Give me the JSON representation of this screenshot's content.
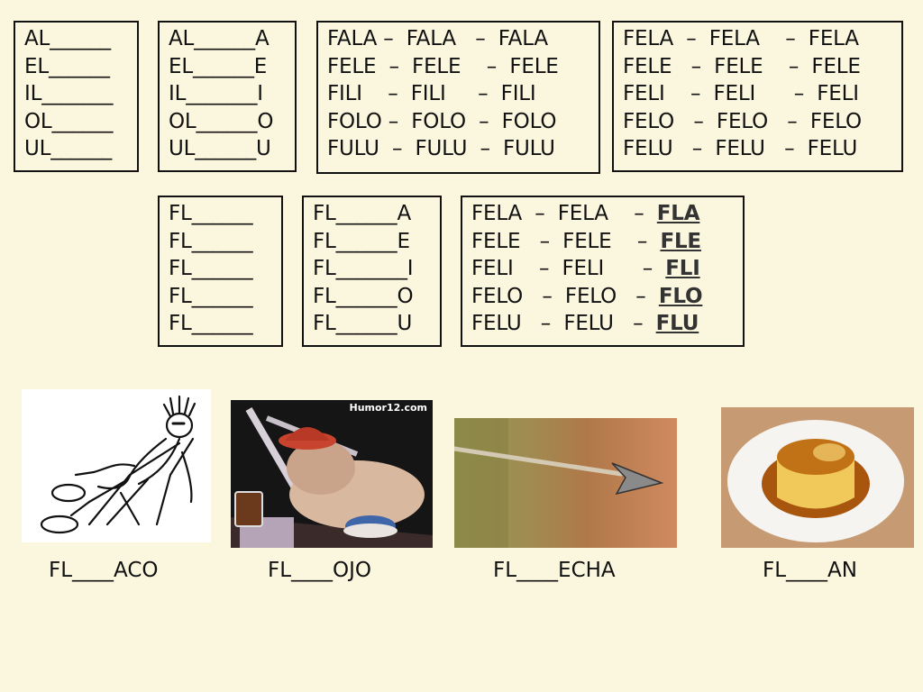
{
  "boxes": {
    "al_blank": [
      "AL______",
      "EL______",
      "IL_______",
      "OL______",
      "UL______"
    ],
    "al_vowel": [
      "AL______A",
      "EL______E",
      "IL_______I",
      "OL______O",
      "UL______U"
    ],
    "fala": [
      "FALA –  FALA   –  FALA",
      "FELE  –  FELE    –  FELE",
      "FILI    –  FILI     –  FILI",
      "FOLO –  FOLO  –  FOLO",
      "FULU  –  FULU  –  FULU"
    ],
    "fela": [
      "FELA  –  FELA    –  FELA",
      "FELE   –  FELE    –  FELE",
      "FELI    –  FELI      –  FELI",
      "FELO   –  FELO   –  FELO",
      "FELU   –  FELU   –  FELU"
    ],
    "fl_blank": [
      "FL______",
      "FL______",
      "FL______",
      "FL______",
      "FL______"
    ],
    "fl_vowel": [
      "FL______A",
      "FL______E",
      "FL_______I",
      "FL______O",
      "FL______U"
    ],
    "fela_fl": [
      {
        "text": "FELA  –  FELA    –  ",
        "syl": "FLA"
      },
      {
        "text": "FELE   –  FELE    –  ",
        "syl": "FLE"
      },
      {
        "text": "FELI    –  FELI      –  ",
        "syl": "FLI"
      },
      {
        "text": "FELO   –  FELO   –  ",
        "syl": "FLO"
      },
      {
        "text": "FELU   –  FELU   –  ",
        "syl": "FLU"
      }
    ]
  },
  "images": {
    "watermark": "Humor12.com"
  },
  "captions": [
    "FL____ACO",
    "FL____OJO",
    "FL____ECHA",
    "FL____AN"
  ]
}
